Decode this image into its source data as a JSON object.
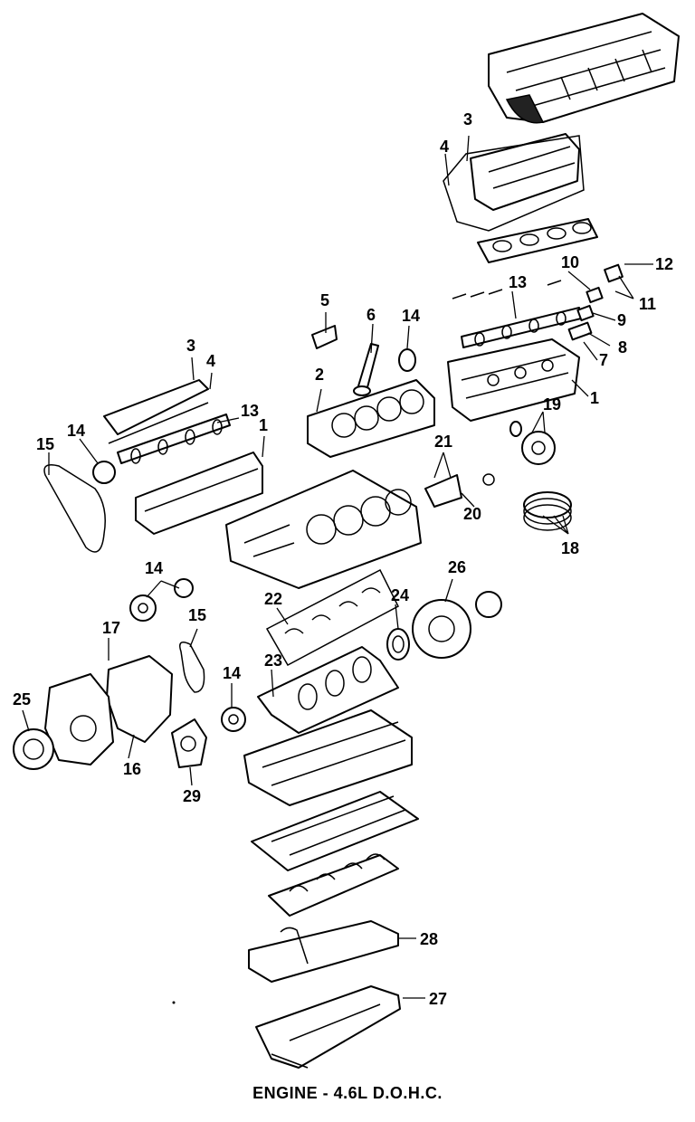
{
  "caption": "ENGINE - 4.6L D.O.H.C.",
  "callouts": [
    "1",
    "2",
    "3",
    "4",
    "5",
    "6",
    "7",
    "8",
    "9",
    "10",
    "11",
    "12",
    "13",
    "14",
    "15",
    "16",
    "17",
    "18",
    "19",
    "20",
    "21",
    "22",
    "23",
    "24",
    "25",
    "26",
    "27",
    "28",
    "29"
  ],
  "colors": {
    "ink": "#000000",
    "paper": "#ffffff"
  }
}
